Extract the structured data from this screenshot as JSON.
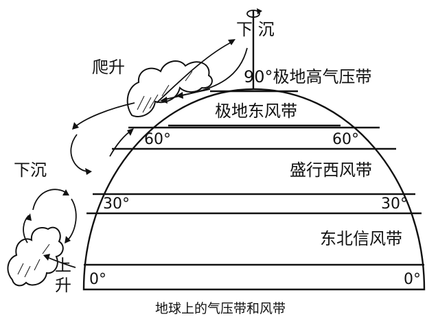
{
  "diagram": {
    "caption": "地球上的气压带和风带",
    "pressure_belt_polar": "90°极地高气压带",
    "wind_polar_easterlies": "极地东风带",
    "wind_westerlies": "盛行西风带",
    "wind_trade_winds": "东北信风带",
    "lat_60_left": "60°",
    "lat_60_right": "60°",
    "lat_30_left": "30°",
    "lat_30_right": "30°",
    "lat_0_left": "0°",
    "lat_0_right": "0°",
    "sinking_top": "下 沉",
    "sinking_left": "下沉",
    "climbing": "爬升",
    "rising_top": "上",
    "rising_bottom": "升"
  }
}
